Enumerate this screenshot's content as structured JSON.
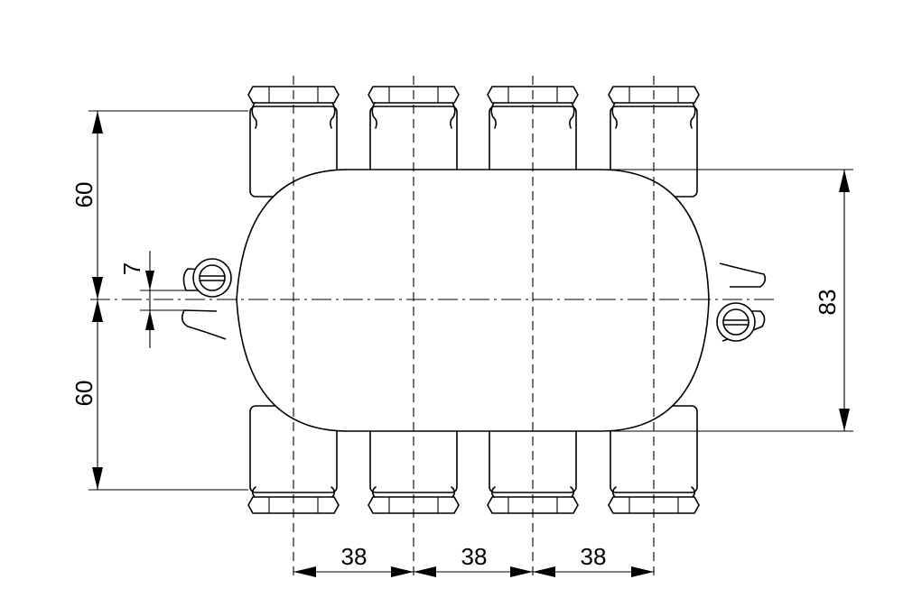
{
  "drawing": {
    "type": "technical-drawing",
    "stroke_color": "#000000",
    "background": "#ffffff"
  },
  "dimensions": {
    "top_height": "60",
    "bottom_height": "60",
    "offset": "7",
    "body_height": "83",
    "pitch_1": "38",
    "pitch_2": "38",
    "pitch_3": "38"
  }
}
